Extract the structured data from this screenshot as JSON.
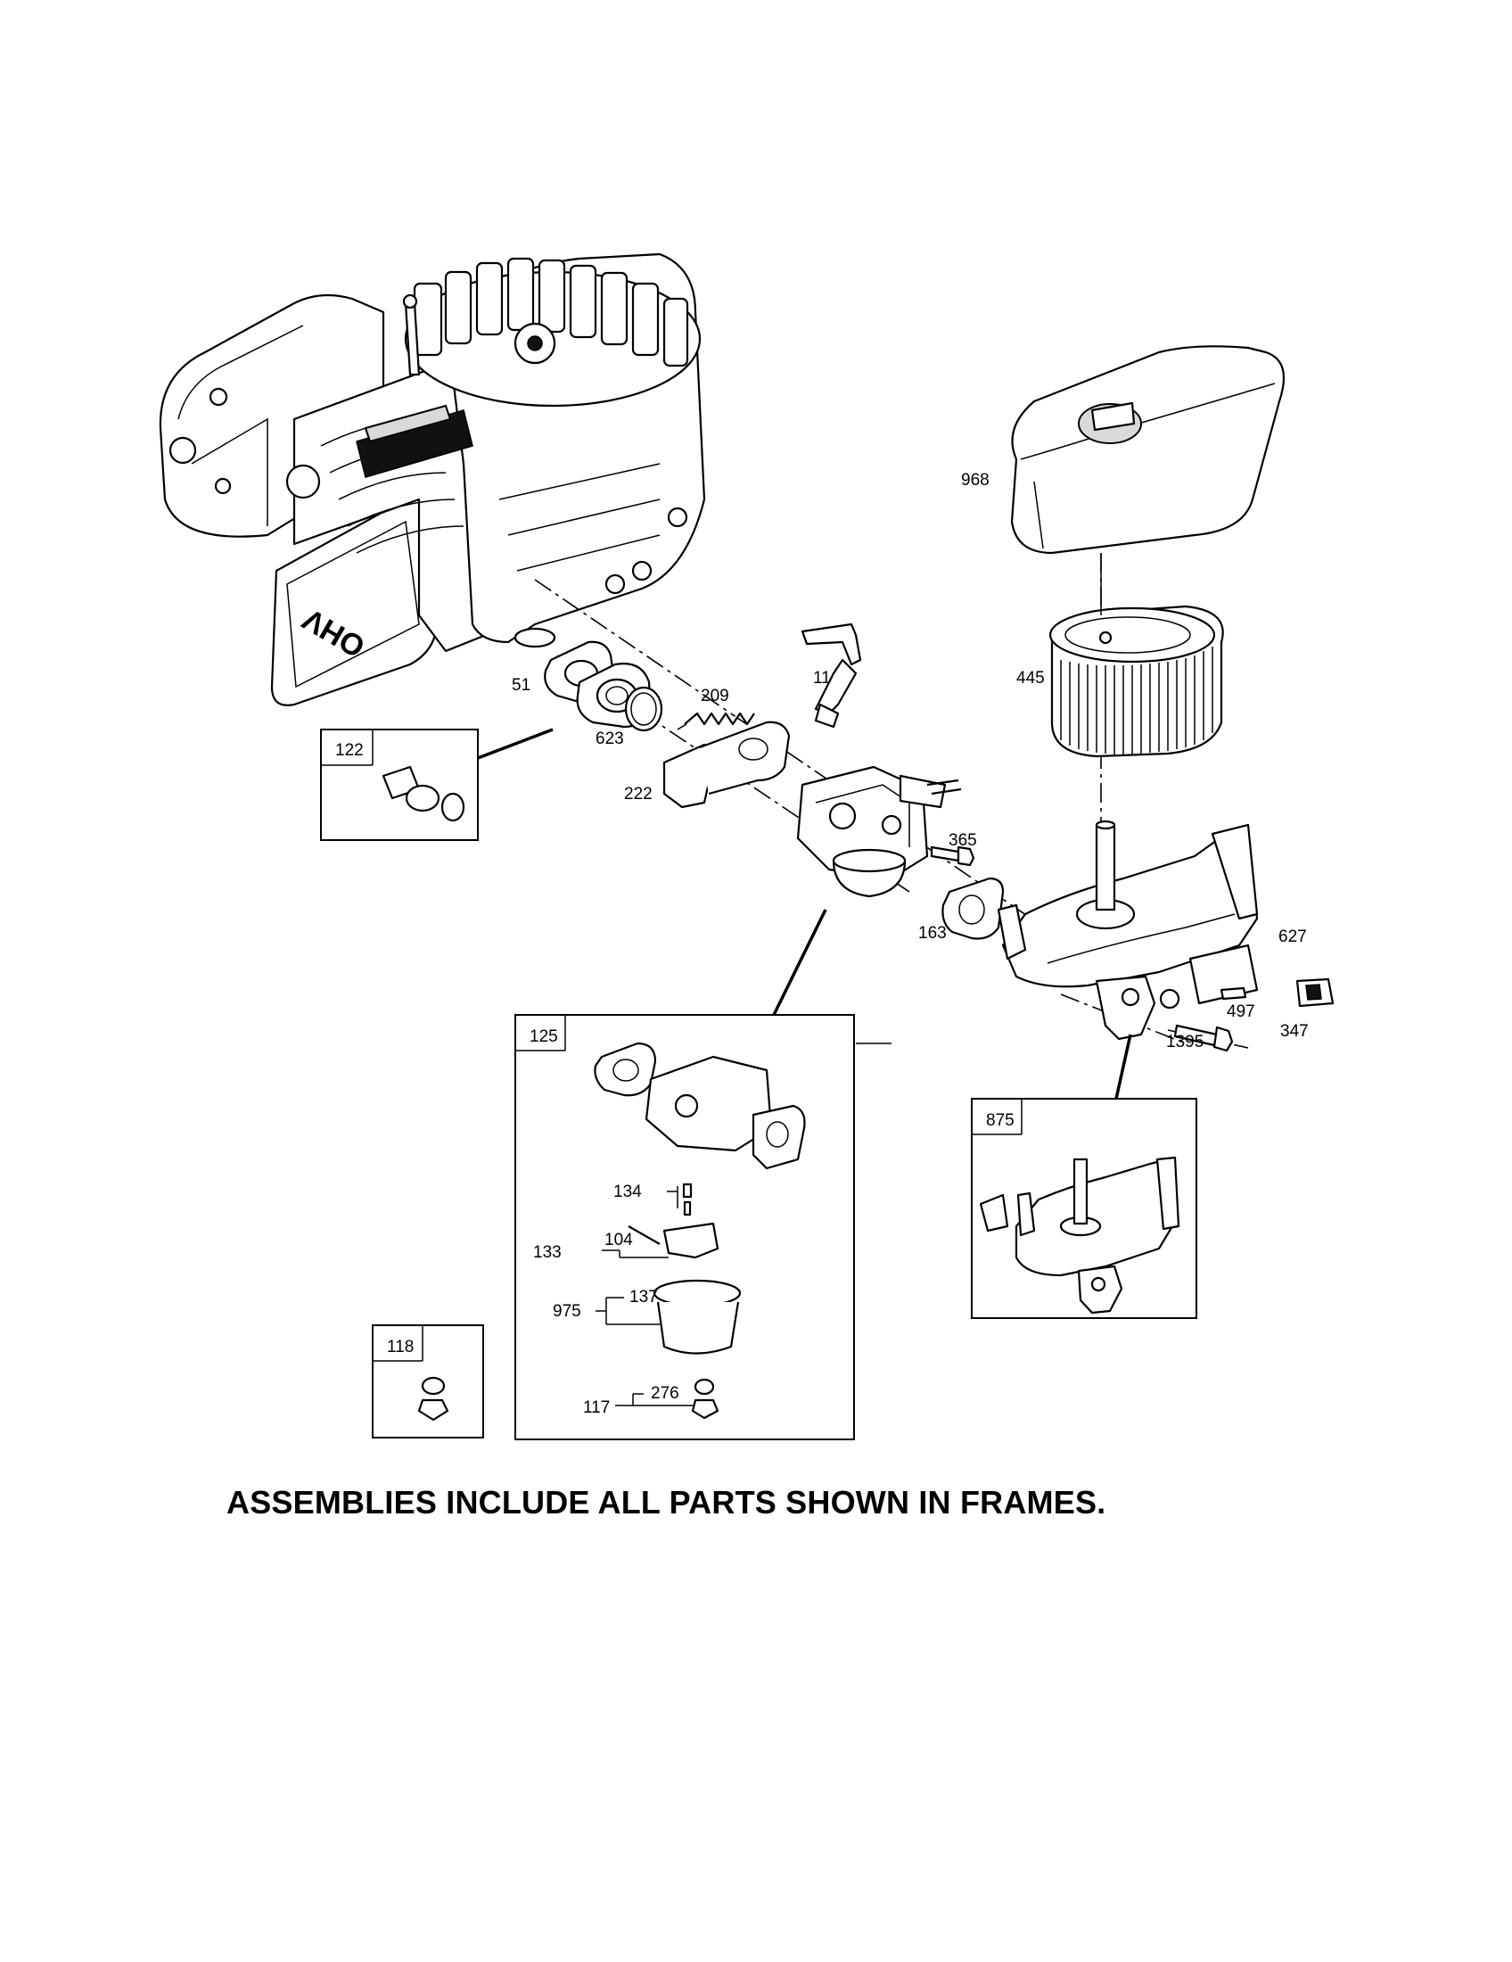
{
  "labels": {
    "p968": "968",
    "p445": "445",
    "p51": "51",
    "p11": "11",
    "p209": "209",
    "p623": "623",
    "p222": "222",
    "p365": "365",
    "p163": "163",
    "p627": "627",
    "p497": "497",
    "p347": "347",
    "p1395": "1395",
    "p134": "134",
    "p133": "133",
    "p104": "104",
    "p975": "975",
    "p137": "137",
    "p117": "117",
    "p276": "276"
  },
  "frames": {
    "f122": "122",
    "f125": "125",
    "f875": "875",
    "f118": "118"
  },
  "engine_badge": "OHV",
  "footer": "ASSEMBLIES INCLUDE ALL PARTS SHOWN IN FRAMES."
}
